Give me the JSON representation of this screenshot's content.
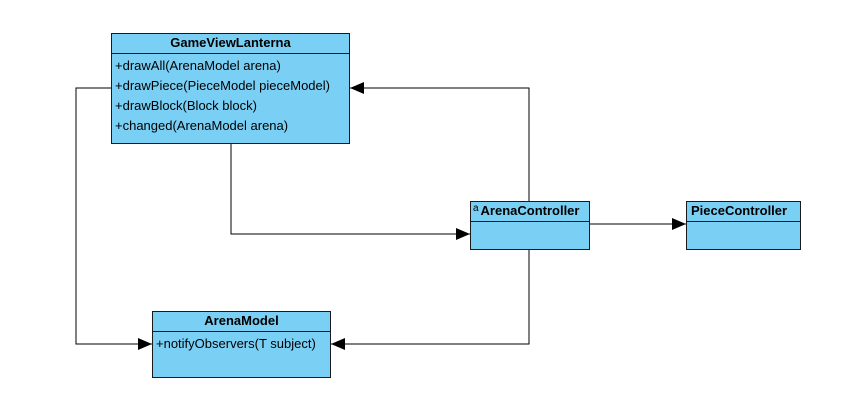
{
  "diagram": {
    "classes": {
      "game_view": {
        "name": "GameViewLanterna",
        "operations": [
          "+drawAll(ArenaModel arena)",
          "+drawPiece(PieceModel pieceModel)",
          "+drawBlock(Block block)",
          "+changed(ArenaModel arena)"
        ]
      },
      "arena_controller": {
        "name": "ArenaController",
        "icon": "a"
      },
      "piece_controller": {
        "name": "PieceController"
      },
      "arena_model": {
        "name": "ArenaModel",
        "operations": [
          "+notifyObservers(T subject)"
        ]
      }
    },
    "colors": {
      "class_fill": "#7ACFF5",
      "line": "#000000"
    }
  }
}
